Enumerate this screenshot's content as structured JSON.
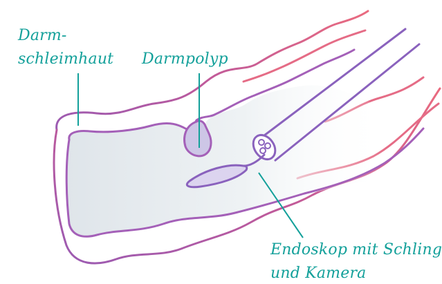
{
  "labels": {
    "mucosa_line1": "Darm-",
    "mucosa_line2": "schleimhaut",
    "polyp": "Darmpolyp",
    "endoscope_line1": "Endoskop mit Schlinge",
    "endoscope_line2": "und Kamera"
  },
  "colors": {
    "label_text": "#13a09a",
    "leader_line": "#13a09a",
    "outer_wall": "#e06a87",
    "inner_wall": "#9b5bb0",
    "lumen_fill": "#e4eaee",
    "polyp_fill": "#cdc6e6",
    "endoscope": "#8a62bd"
  }
}
